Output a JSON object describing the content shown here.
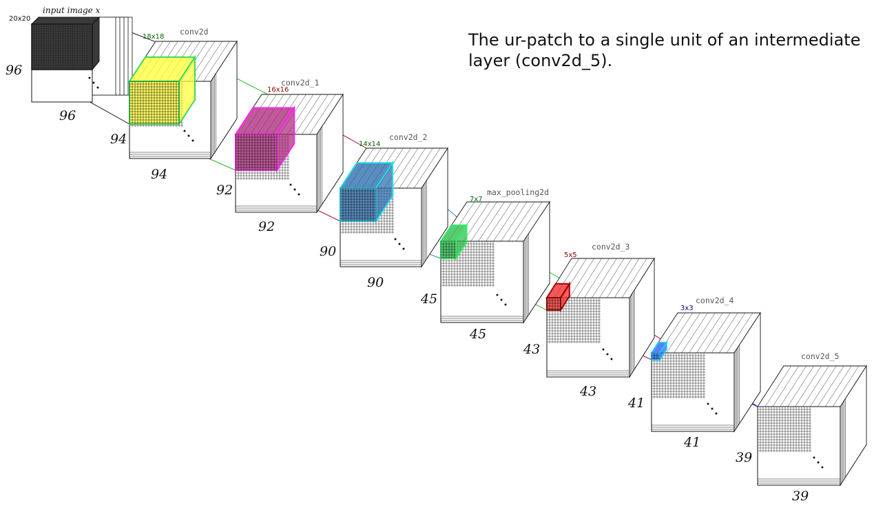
{
  "caption": {
    "line1": "The ur-patch to a single unit of an intermediate",
    "line2": "layer (conv2d_5)."
  },
  "input": {
    "title": "input image x",
    "patch_size": "20x20",
    "height_label": "96",
    "width_label": "96",
    "patch_color": "#3a3a3a"
  },
  "layers": [
    {
      "name": "conv2d",
      "height_label": "94",
      "width_label": "94",
      "patch_label": "18x18",
      "patch_color": "#ffff33",
      "edge_color": "#33dd55",
      "label_color": "#006600",
      "line_color": "#22bb22"
    },
    {
      "name": "conv2d_1",
      "height_label": "92",
      "width_label": "92",
      "patch_label": "16x16",
      "patch_color": "#aa2277",
      "edge_color": "#ff22ee",
      "label_color": "#880000",
      "line_color": "#aa1144"
    },
    {
      "name": "conv2d_2",
      "height_label": "90",
      "width_label": "90",
      "patch_label": "14x14",
      "patch_color": "#2266aa",
      "edge_color": "#22ddee",
      "label_color": "#006600",
      "line_color": "#2277bb"
    },
    {
      "name": "max_pooling2d",
      "height_label": "45",
      "width_label": "45",
      "patch_label": "7x7",
      "patch_color": "#22bb44",
      "edge_color": "#33ee66",
      "label_color": "#006600",
      "line_color": "#33bb33"
    },
    {
      "name": "conv2d_3",
      "height_label": "43",
      "width_label": "43",
      "patch_label": "5x5",
      "patch_color": "#ee2222",
      "edge_color": "#aa0000",
      "label_color": "#880000",
      "line_color": "#aa1144"
    },
    {
      "name": "conv2d_4",
      "height_label": "41",
      "width_label": "41",
      "patch_label": "3x3",
      "patch_color": "#2255ee",
      "edge_color": "#22ccff",
      "label_color": "#000088",
      "line_color": "#2222aa"
    },
    {
      "name": "conv2d_5",
      "height_label": "39",
      "width_label": "39",
      "patch_label": "",
      "patch_color": "",
      "edge_color": "",
      "label_color": "",
      "line_color": "#2222aa"
    }
  ]
}
